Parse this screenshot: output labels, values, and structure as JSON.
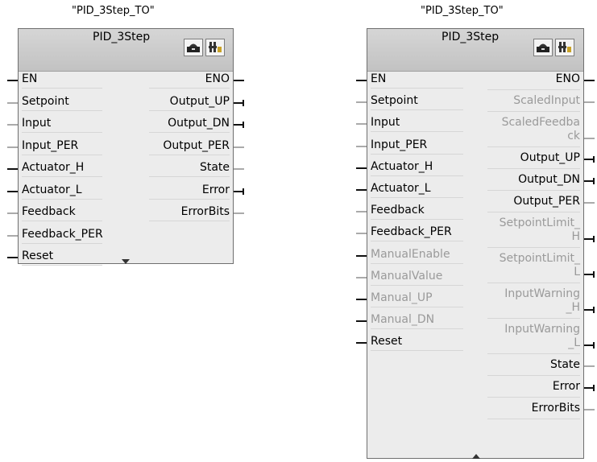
{
  "left_block": {
    "instance_name": "\"PID_3Step_TO\"",
    "type_name": "PID_3Step",
    "inputs": [
      {
        "label": "EN",
        "wire": "black"
      },
      {
        "label": "Setpoint",
        "wire": "gray"
      },
      {
        "label": "Input",
        "wire": "gray"
      },
      {
        "label": "Input_PER",
        "wire": "gray"
      },
      {
        "label": "Actuator_H",
        "wire": "black"
      },
      {
        "label": "Actuator_L",
        "wire": "black"
      },
      {
        "label": "Feedback",
        "wire": "gray"
      },
      {
        "label": "Feedback_PER",
        "wire": "gray"
      },
      {
        "label": "Reset",
        "wire": "black"
      }
    ],
    "outputs": [
      {
        "label": "ENO",
        "wire": "black",
        "tick": false
      },
      {
        "label": "Output_UP",
        "wire": "black",
        "tick": true
      },
      {
        "label": "Output_DN",
        "wire": "black",
        "tick": true
      },
      {
        "label": "Output_PER",
        "wire": "gray",
        "tick": false
      },
      {
        "label": "State",
        "wire": "gray",
        "tick": false
      },
      {
        "label": "Error",
        "wire": "black",
        "tick": true
      },
      {
        "label": "ErrorBits",
        "wire": "gray",
        "tick": false
      }
    ],
    "expander": "collapse"
  },
  "right_block": {
    "instance_name": "\"PID_3Step_TO\"",
    "type_name": "PID_3Step",
    "inputs": [
      {
        "label": "EN",
        "wire": "black",
        "dim": false
      },
      {
        "label": "Setpoint",
        "wire": "gray",
        "dim": false
      },
      {
        "label": "Input",
        "wire": "gray",
        "dim": false
      },
      {
        "label": "Input_PER",
        "wire": "gray",
        "dim": false
      },
      {
        "label": "Actuator_H",
        "wire": "black",
        "dim": false
      },
      {
        "label": "Actuator_L",
        "wire": "black",
        "dim": false
      },
      {
        "label": "Feedback",
        "wire": "gray",
        "dim": false
      },
      {
        "label": "Feedback_PER",
        "wire": "gray",
        "dim": false
      },
      {
        "label": "ManualEnable",
        "wire": "black",
        "dim": true
      },
      {
        "label": "ManualValue",
        "wire": "gray",
        "dim": true
      },
      {
        "label": "Manual_UP",
        "wire": "black",
        "dim": true
      },
      {
        "label": "Manual_DN",
        "wire": "black",
        "dim": true
      },
      {
        "label": "Reset",
        "wire": "black",
        "dim": false
      }
    ],
    "outputs": [
      {
        "lines": [
          "ENO"
        ],
        "wire": "black",
        "tick": false,
        "dim": false
      },
      {
        "lines": [
          "ScaledInput"
        ],
        "wire": "gray",
        "tick": false,
        "dim": true
      },
      {
        "lines": [
          "ScaledFeedba",
          "ck"
        ],
        "wire": "gray",
        "tick": false,
        "dim": true
      },
      {
        "lines": [
          "Output_UP"
        ],
        "wire": "black",
        "tick": true,
        "dim": false
      },
      {
        "lines": [
          "Output_DN"
        ],
        "wire": "black",
        "tick": true,
        "dim": false
      },
      {
        "lines": [
          "Output_PER"
        ],
        "wire": "gray",
        "tick": false,
        "dim": false
      },
      {
        "lines": [
          "SetpointLimit_",
          "H"
        ],
        "wire": "black",
        "tick": true,
        "dim": true
      },
      {
        "lines": [
          "SetpointLimit_",
          "L"
        ],
        "wire": "black",
        "tick": true,
        "dim": true
      },
      {
        "lines": [
          "InputWarning",
          "_H"
        ],
        "wire": "black",
        "tick": true,
        "dim": true
      },
      {
        "lines": [
          "InputWarning",
          "_L"
        ],
        "wire": "black",
        "tick": true,
        "dim": true
      },
      {
        "lines": [
          "State"
        ],
        "wire": "gray",
        "tick": false,
        "dim": false
      },
      {
        "lines": [
          "Error"
        ],
        "wire": "black",
        "tick": true,
        "dim": false
      },
      {
        "lines": [
          "ErrorBits"
        ],
        "wire": "gray",
        "tick": false,
        "dim": false
      }
    ],
    "expander": "expand"
  },
  "colors": {
    "wire_black": "#111111",
    "wire_gray": "#aaaaaa",
    "dim_text": "#9a9a9a"
  },
  "icons": [
    "block-icon",
    "test-suite-icon"
  ]
}
